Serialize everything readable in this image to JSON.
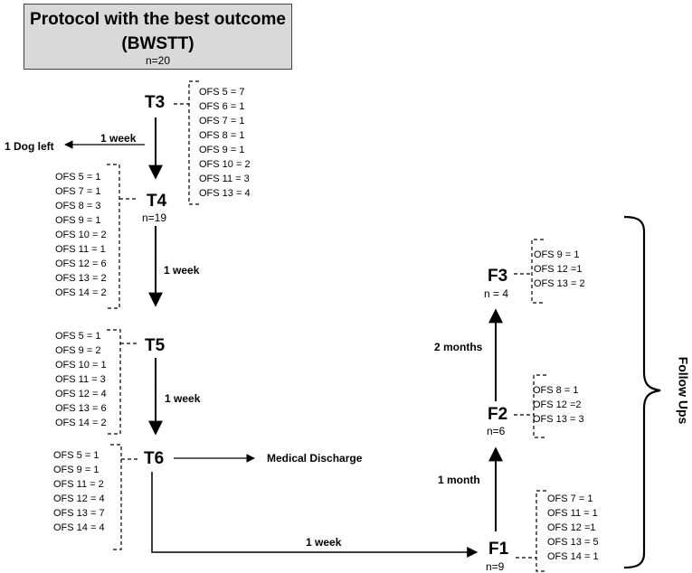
{
  "title": {
    "line1": "Protocol with the best outcome",
    "line2": "(BWSTT)",
    "n": "n=20"
  },
  "nodes": {
    "t3": {
      "label": "T3",
      "count": ""
    },
    "t4": {
      "label": "T4",
      "count": "n=19"
    },
    "t5": {
      "label": "T5",
      "count": ""
    },
    "t6": {
      "label": "T6",
      "count": ""
    },
    "f1": {
      "label": "F1",
      "count": "n=9"
    },
    "f2": {
      "label": "F2",
      "count": "n=6"
    },
    "f3": {
      "label": "F3",
      "count": "n = 4"
    }
  },
  "lists": {
    "t3": [
      "OFS 5 = 7",
      "OFS 6 = 1",
      "OFS 7 = 1",
      "OFS 8 = 1",
      "OFS 9 = 1",
      "OFS 10 = 2",
      "OFS 11 = 3",
      "OFS 13 = 4"
    ],
    "t4": [
      "OFS 5 = 1",
      "OFS 7 = 1",
      "OFS 8 = 3",
      "OFS 9 = 1",
      "OFS 10 = 2",
      "OFS 11 = 1",
      "OFS 12 = 6",
      "OFS 13 = 2",
      "OFS 14 = 2"
    ],
    "t5": [
      "OFS 5 = 1",
      "OFS 9 = 2",
      "OFS 10 = 1",
      "OFS 11 = 3",
      "OFS 12 = 4",
      "OFS 13 = 6",
      "OFS 14 = 2"
    ],
    "t6": [
      "OFS 5 = 1",
      "OFS 9 = 1",
      "OFS 11 = 2",
      "OFS 12 = 4",
      "OFS 13 = 7",
      "OFS 14 = 4"
    ],
    "f1": [
      "OFS 7 = 1",
      "OFS 11 = 1",
      "OFS 12 =1",
      "OFS 13 = 5",
      "OFS 14 = 1"
    ],
    "f2": [
      "OFS 8 = 1",
      "OFS 12 =2",
      "OFS 13 = 3"
    ],
    "f3": [
      "OFS 9 = 1",
      "OFS 12 =1",
      "OFS 13 = 2"
    ]
  },
  "edges": {
    "dog_left": "1 Dog left",
    "t3_week": "1 week",
    "t4_t5": "1 week",
    "t5_t6": "1 week",
    "discharge": "Medical Discharge",
    "t6_f1": "1 week",
    "f1_f2": "1 month",
    "f2_f3": "2 months"
  },
  "follow_ups": "Follow Ups"
}
